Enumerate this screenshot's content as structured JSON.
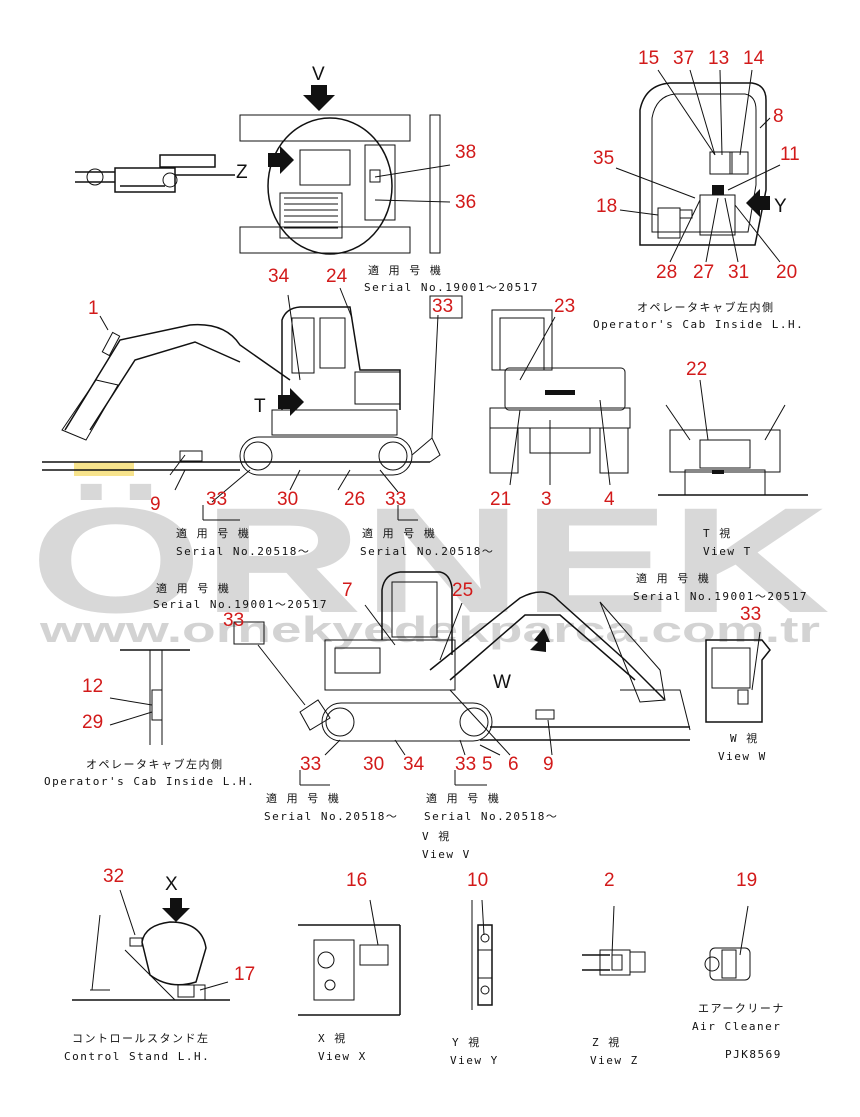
{
  "watermark": {
    "brand": "ÖRNEK",
    "url": "www.ornekyedekparca.com.tr",
    "color": "#c8c8c8",
    "accent": "#f2d34a"
  },
  "view_letters": {
    "v": "V",
    "z": "Z",
    "y": "Y",
    "t": "T",
    "w": "W",
    "x": "X"
  },
  "captions": {
    "top_serial_jp": "適 用 号 機",
    "top_serial": "Serial No.19001～20517",
    "cab_inside_jp": "オペレータキャブ左内側",
    "cab_inside": "Operator's Cab Inside L.H.",
    "left1_jp": "適 用 号 機",
    "left1": "Serial No.20518～",
    "left2_jp": "適 用 号 機",
    "left2": "Serial No.20518～",
    "viewt_jp": "T 視",
    "viewt": "View T",
    "mid_serial_jp": "適 用 号 機",
    "mid_serial": "Serial No.19001～20517",
    "right_serial_jp": "適 用 号 機",
    "right_serial": "Serial No.19001～20517",
    "cab_inside2_jp": "オペレータキャブ左内側",
    "cab_inside2": "Operator's Cab Inside L.H.",
    "vieww_jp": "W 視",
    "vieww": "View W",
    "bot1_jp": "適 用 号 機",
    "bot1": "Serial No.20518～",
    "bot2_jp": "適 用 号 機",
    "bot2": "Serial No.20518～",
    "viewv_jp": "V 視",
    "viewv": "View V",
    "control_jp": "コントロールスタンド左",
    "control": "Control Stand L.H.",
    "viewx_jp": "X 視",
    "viewx": "View X",
    "viewy_jp": "Y 視",
    "viewy": "View Y",
    "viewz_jp": "Z 視",
    "viewz": "View Z",
    "air_jp": "エアークリーナ",
    "air": "Air Cleaner",
    "code": "PJK8569"
  },
  "callouts": {
    "c15": "15",
    "c37": "37",
    "c13": "13",
    "c14": "14",
    "c8": "8",
    "c11": "11",
    "c35": "35",
    "c18": "18",
    "c28": "28",
    "c27": "27",
    "c31": "31",
    "c20": "20",
    "c38": "38",
    "c36": "36",
    "c34a": "34",
    "c24": "24",
    "c1": "1",
    "c33a": "33",
    "c23": "23",
    "c22": "22",
    "c9a": "9",
    "c33b": "33",
    "c30a": "30",
    "c26": "26",
    "c33c": "33",
    "c21": "21",
    "c3": "3",
    "c4": "4",
    "c7": "7",
    "c25": "25",
    "c33d": "33",
    "c33e": "33",
    "c12": "12",
    "c29": "29",
    "c33f": "33",
    "c30b": "30",
    "c34b": "34",
    "c33g": "33",
    "c5": "5",
    "c6": "6",
    "c9b": "9",
    "c32": "32",
    "c16": "16",
    "c10": "10",
    "c2": "2",
    "c19": "19",
    "c17": "17"
  }
}
